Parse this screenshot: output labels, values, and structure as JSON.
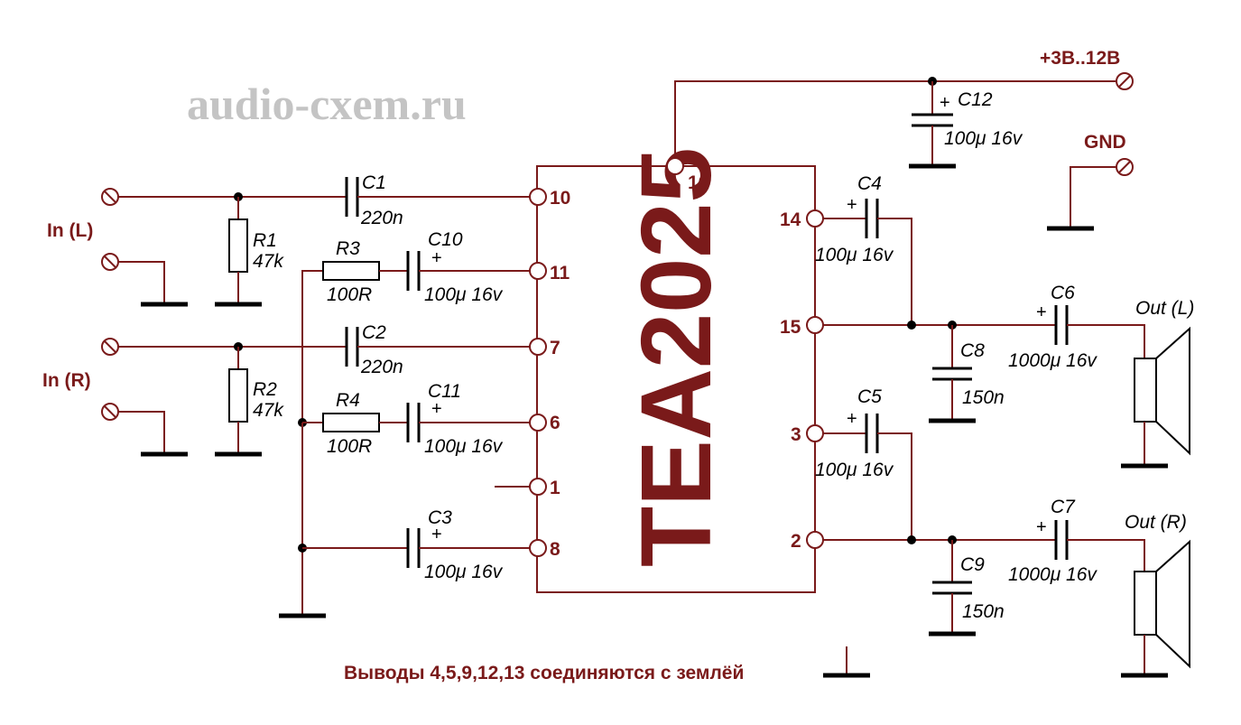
{
  "watermark": "audio-cxem.ru",
  "chip": {
    "name": "TEA2025"
  },
  "pins": {
    "p16": "16",
    "p10": "10",
    "p11": "11",
    "p7": "7",
    "p6": "6",
    "p1": "1",
    "p8": "8",
    "p14": "14",
    "p15": "15",
    "p3": "3",
    "p2": "2"
  },
  "power": {
    "vcc": "+3В..12В",
    "gnd": "GND"
  },
  "inputs": {
    "left": "In (L)",
    "right": "In (R)"
  },
  "outputs": {
    "left": "Out (L)",
    "right": "Out (R)"
  },
  "components": {
    "c1": {
      "name": "C1",
      "value": "220n"
    },
    "c2": {
      "name": "C2",
      "value": "220n"
    },
    "c3": {
      "name": "C3",
      "value": "100μ 16v"
    },
    "c4": {
      "name": "C4",
      "value": "100μ 16v"
    },
    "c5": {
      "name": "C5",
      "value": "100μ 16v"
    },
    "c6": {
      "name": "C6",
      "value": "1000μ 16v"
    },
    "c7": {
      "name": "C7",
      "value": "1000μ 16v"
    },
    "c8": {
      "name": "C8",
      "value": "150n"
    },
    "c9": {
      "name": "C9",
      "value": "150n"
    },
    "c10": {
      "name": "C10",
      "value": "100μ 16v"
    },
    "c11": {
      "name": "C11",
      "value": "100μ 16v"
    },
    "c12": {
      "name": "C12",
      "value": "100μ 16v"
    },
    "r1": {
      "name": "R1",
      "value": "47k"
    },
    "r2": {
      "name": "R2",
      "value": "47k"
    },
    "r3": {
      "name": "R3",
      "value": "100R"
    },
    "r4": {
      "name": "R4",
      "value": "100R"
    }
  },
  "polarity_mark": "+",
  "note": "Выводы 4,5,9,12,13 соединяются с землёй",
  "colors": {
    "wire": "#7a1a1a",
    "text_accent": "#7a1a1a",
    "watermark": "#c4c4c4"
  }
}
